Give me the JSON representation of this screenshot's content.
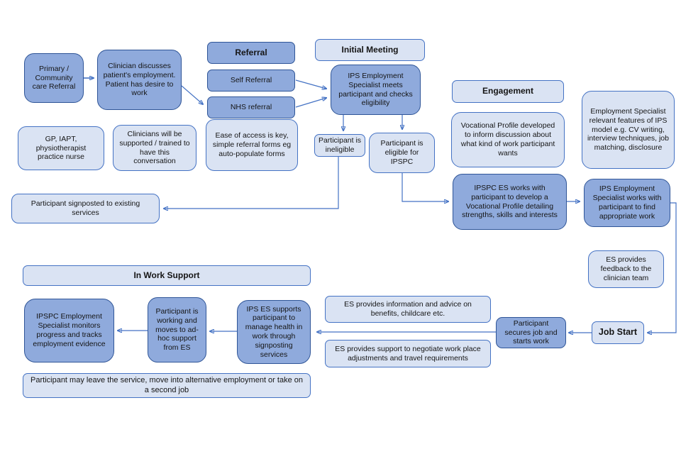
{
  "diagram": {
    "colors": {
      "process_fill": "#8FAADC",
      "process_border": "#2F5597",
      "annotation_fill": "#DAE3F3",
      "annotation_border": "#4472C4",
      "arrow": "#4472C4"
    },
    "nodes": {
      "primary_referral": {
        "label": "Primary / Community care Referral",
        "style": "dark"
      },
      "clinician_discusses": {
        "label": "Clinician discusses patient's employment. Patient has desire to work",
        "style": "dark"
      },
      "referral_header": {
        "label": "Referral",
        "style": "dark-header"
      },
      "self_referral": {
        "label": "Self Referral",
        "style": "dark"
      },
      "nhs_referral": {
        "label": "NHS referral",
        "style": "dark"
      },
      "initial_meeting_header": {
        "label": "Initial Meeting",
        "style": "light-header"
      },
      "ips_meets": {
        "label": "IPS Employment Specialist meets participant and checks eligibility",
        "style": "dark"
      },
      "engagement_header": {
        "label": "Engagement",
        "style": "light-header"
      },
      "es_relevant_features": {
        "label": "Employment Specialist relevant features of IPS model e.g. CV writing, interview techniques, job matching, disclosure",
        "style": "light"
      },
      "gp_iapt": {
        "label": "GP, IAPT, physiotherapist practice nurse",
        "style": "light"
      },
      "clinicians_supported": {
        "label": "Clinicians will be supported / trained to have this conversation",
        "style": "light"
      },
      "ease_of_access": {
        "label": "Ease of access is key, simple referral forms eg auto-populate forms",
        "style": "light"
      },
      "participant_ineligible": {
        "label": "Participant is ineligible",
        "style": "light"
      },
      "participant_eligible": {
        "label": "Participant is eligible for IPSPC",
        "style": "light"
      },
      "vocational_profile": {
        "label": "Vocational Profile developed to inform discussion about what kind of work participant wants",
        "style": "light"
      },
      "ipspc_es_works": {
        "label": "IPSPC ES works with participant to develop a Vocational Profile detailing strengths, skills and interests",
        "style": "dark"
      },
      "ips_works_find": {
        "label": "IPS Employment Specialist works with participant to find appropriate work",
        "style": "dark"
      },
      "signposted": {
        "label": "Participant signposted to existing services",
        "style": "light"
      },
      "es_feedback": {
        "label": "ES provides feedback to the clinician team",
        "style": "light"
      },
      "in_work_support_header": {
        "label": "In Work Support",
        "style": "light-header"
      },
      "ipspc_monitors": {
        "label": "IPSPC Employment Specialist monitors progress and tracks employment evidence",
        "style": "dark"
      },
      "participant_working": {
        "label": "Participant is working and moves to ad-hoc support from ES",
        "style": "dark"
      },
      "ips_es_supports": {
        "label": "IPS ES supports participant to manage health in work through signposting services",
        "style": "dark"
      },
      "es_info_advice": {
        "label": "ES provides information and advice on benefits, childcare etc.",
        "style": "light"
      },
      "es_negotiate": {
        "label": "ES provides support to negotiate work place adjustments and travel requirements",
        "style": "light"
      },
      "secures_job": {
        "label": "Participant secures job and starts work",
        "style": "dark"
      },
      "job_start": {
        "label": "Job Start",
        "style": "light-header"
      },
      "may_leave": {
        "label": "Participant may leave the service, move into alternative employment or take on a second job",
        "style": "light"
      }
    },
    "edges": [
      {
        "from": "primary_referral",
        "to": "clinician_discusses"
      },
      {
        "from": "clinician_discusses",
        "to": "nhs_referral"
      },
      {
        "from": "self_referral",
        "to": "ips_meets"
      },
      {
        "from": "nhs_referral",
        "to": "ips_meets"
      },
      {
        "from": "ips_meets",
        "to": "participant_ineligible"
      },
      {
        "from": "ips_meets",
        "to": "participant_eligible"
      },
      {
        "from": "participant_ineligible",
        "to": "signposted"
      },
      {
        "from": "participant_eligible",
        "to": "ipspc_es_works"
      },
      {
        "from": "ipspc_es_works",
        "to": "ips_works_find"
      },
      {
        "from": "ips_works_find",
        "to": "job_start"
      },
      {
        "from": "job_start",
        "to": "secures_job"
      },
      {
        "from": "secures_job",
        "to": "ips_es_supports"
      },
      {
        "from": "ips_es_supports",
        "to": "participant_working"
      },
      {
        "from": "participant_working",
        "to": "ipspc_monitors"
      }
    ]
  }
}
